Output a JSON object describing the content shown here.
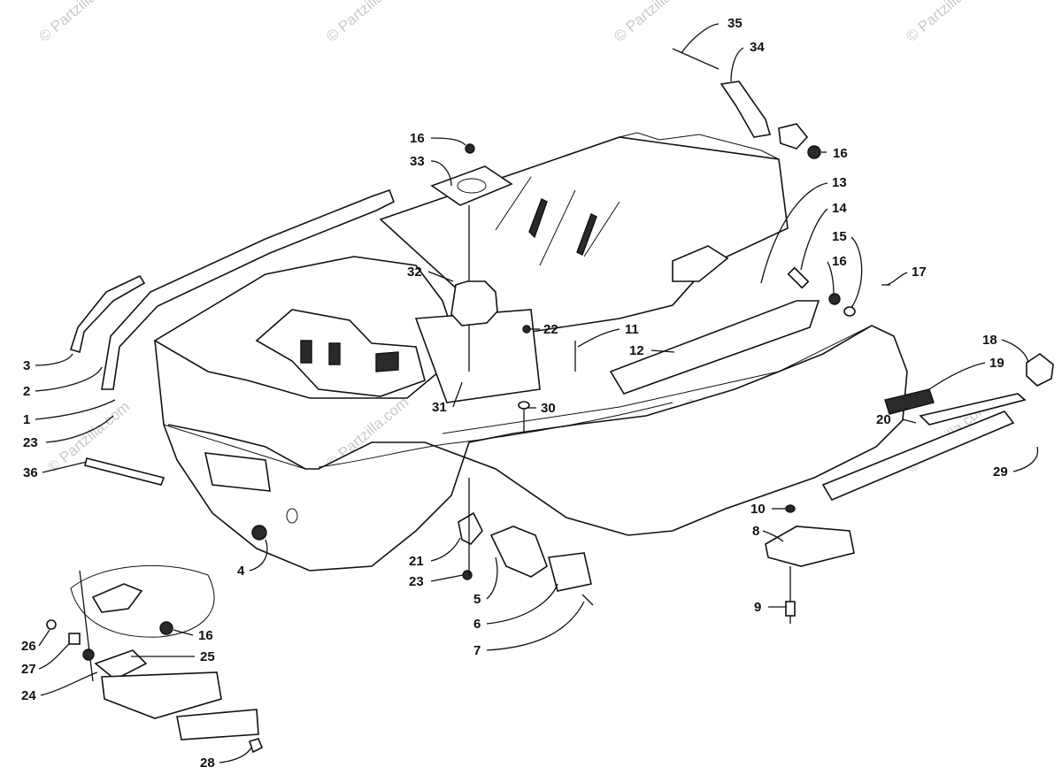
{
  "watermark": "© Partzilla.com",
  "callouts": [
    {
      "id": "c35",
      "text": "35"
    },
    {
      "id": "c34",
      "text": "34"
    },
    {
      "id": "c16a",
      "text": "16"
    },
    {
      "id": "c16b",
      "text": "16"
    },
    {
      "id": "c33",
      "text": "33"
    },
    {
      "id": "c13",
      "text": "13"
    },
    {
      "id": "c14",
      "text": "14"
    },
    {
      "id": "c15",
      "text": "15"
    },
    {
      "id": "c16c",
      "text": "16"
    },
    {
      "id": "c17",
      "text": "17"
    },
    {
      "id": "c32",
      "text": "32"
    },
    {
      "id": "c22",
      "text": "22"
    },
    {
      "id": "c11",
      "text": "11"
    },
    {
      "id": "c12",
      "text": "12"
    },
    {
      "id": "c18",
      "text": "18"
    },
    {
      "id": "c19",
      "text": "19"
    },
    {
      "id": "c3",
      "text": "3"
    },
    {
      "id": "c2",
      "text": "2"
    },
    {
      "id": "c1",
      "text": "1"
    },
    {
      "id": "c23a",
      "text": "23"
    },
    {
      "id": "c36",
      "text": "36"
    },
    {
      "id": "c31",
      "text": "31"
    },
    {
      "id": "c30",
      "text": "30"
    },
    {
      "id": "c20",
      "text": "20"
    },
    {
      "id": "c29",
      "text": "29"
    },
    {
      "id": "c10",
      "text": "10"
    },
    {
      "id": "c8",
      "text": "8"
    },
    {
      "id": "c4",
      "text": "4"
    },
    {
      "id": "c21",
      "text": "21"
    },
    {
      "id": "c23b",
      "text": "23"
    },
    {
      "id": "c5",
      "text": "5"
    },
    {
      "id": "c6",
      "text": "6"
    },
    {
      "id": "c7",
      "text": "7"
    },
    {
      "id": "c9",
      "text": "9"
    },
    {
      "id": "c16d",
      "text": "16"
    },
    {
      "id": "c26",
      "text": "26"
    },
    {
      "id": "c25",
      "text": "25"
    },
    {
      "id": "c27",
      "text": "27"
    },
    {
      "id": "c24",
      "text": "24"
    },
    {
      "id": "c28",
      "text": "28"
    }
  ]
}
